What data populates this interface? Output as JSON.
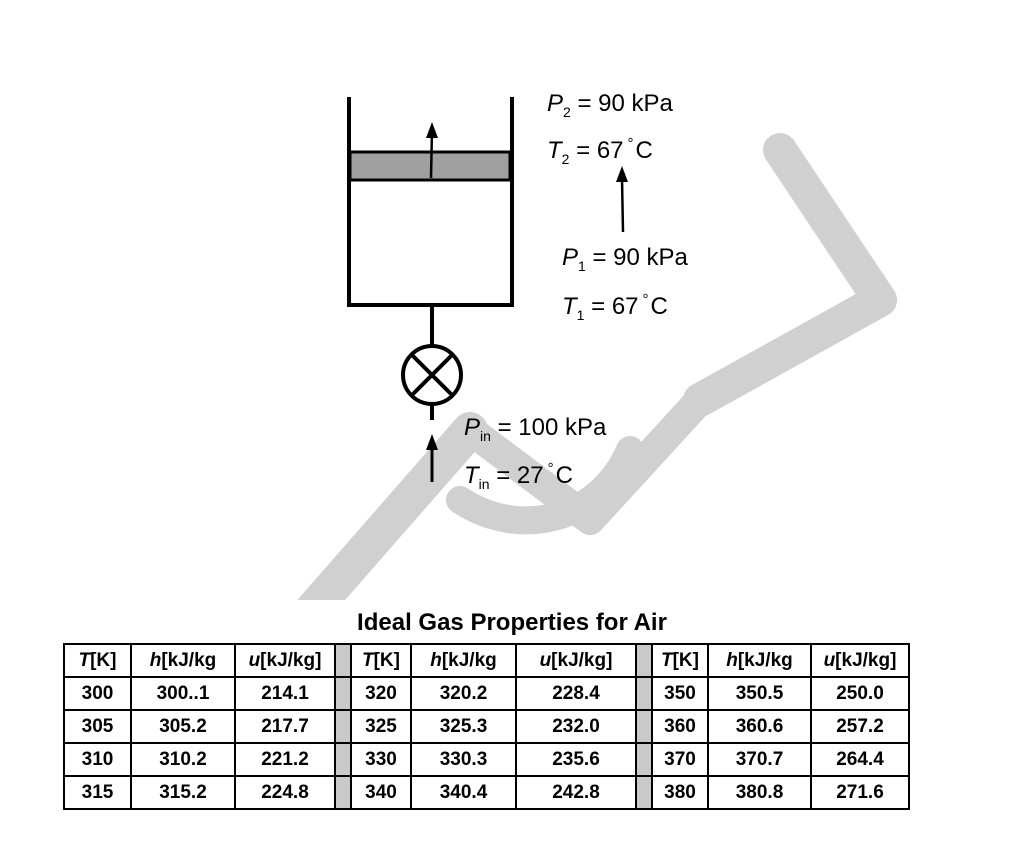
{
  "states": {
    "state2": {
      "P_sym": "P",
      "P_sub": "2",
      "P_val": "= 90 kPa",
      "T_sym": "T",
      "T_sub": "2",
      "T_eq": "= 67",
      "T_unit": "C"
    },
    "state1": {
      "P_sym": "P",
      "P_sub": "1",
      "P_val": "= 90 kPa",
      "T_sym": "T",
      "T_sub": "1",
      "T_eq": "= 67",
      "T_unit": "C"
    },
    "inlet": {
      "P_sym": "P",
      "P_sub": "in",
      "P_val": "= 100 kPa",
      "T_sym": "T",
      "T_sub": "in",
      "T_eq": "= 27",
      "T_unit": "C"
    },
    "degree": "°"
  },
  "table": {
    "title": "Ideal Gas Properties for Air",
    "header": {
      "T_sym": "T",
      "T_unit": "[K]",
      "h_sym": "h",
      "h_unit": "[kJ/kg",
      "u_sym": "u",
      "u_unit": "[kJ/kg]"
    },
    "blocks": [
      {
        "rows": [
          [
            "300",
            "300..1",
            "214.1"
          ],
          [
            "305",
            "305.2",
            "217.7"
          ],
          [
            "310",
            "310.2",
            "221.2"
          ],
          [
            "315",
            "315.2",
            "224.8"
          ]
        ]
      },
      {
        "rows": [
          [
            "320",
            "320.2",
            "228.4"
          ],
          [
            "325",
            "325.3",
            "232.0"
          ],
          [
            "330",
            "330.3",
            "235.6"
          ],
          [
            "340",
            "340.4",
            "242.8"
          ]
        ]
      },
      {
        "rows": [
          [
            "350",
            "350.5",
            "250.0"
          ],
          [
            "360",
            "360.6",
            "257.2"
          ],
          [
            "370",
            "370.7",
            "264.4"
          ],
          [
            "380",
            "380.8",
            "271.6"
          ]
        ]
      }
    ]
  },
  "colors": {
    "watermark": "#d0d0d0",
    "piston": "#a0a0a0",
    "gap": "#c9c9c9"
  }
}
